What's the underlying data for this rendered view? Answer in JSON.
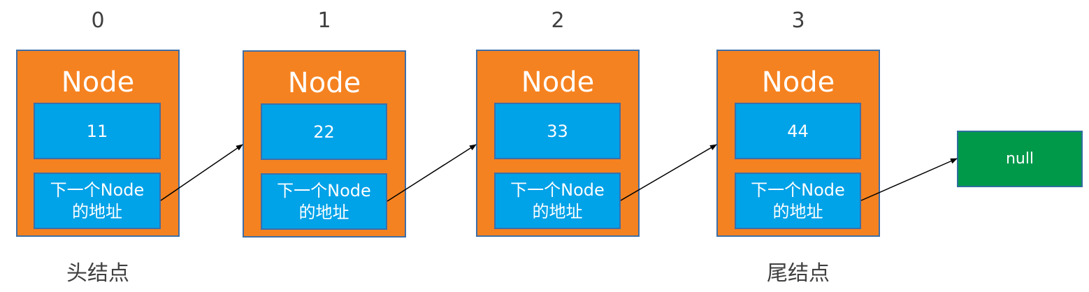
{
  "nodes": [
    {
      "index": "0",
      "title": "Node",
      "value": "11",
      "next_line1": "下一个Node",
      "next_line2": "的地址"
    },
    {
      "index": "1",
      "title": "Node",
      "value": "22",
      "next_line1": "下一个Node",
      "next_line2": "的地址"
    },
    {
      "index": "2",
      "title": "Node",
      "value": "33",
      "next_line1": "下一个Node",
      "next_line2": "的地址"
    },
    {
      "index": "3",
      "title": "Node",
      "value": "44",
      "next_line1": "下一个Node",
      "next_line2": "的地址"
    }
  ],
  "null_label": "null",
  "labels": {
    "head": "头结点",
    "tail": "尾结点"
  },
  "colors": {
    "node": "#f58220",
    "cell": "#00a2e8",
    "null": "#00994a",
    "border": "#3d6fa8"
  }
}
